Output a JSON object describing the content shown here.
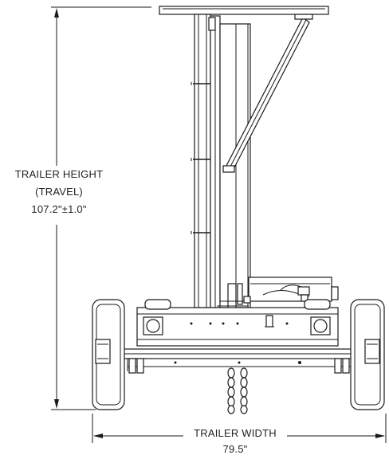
{
  "height_dimension": {
    "line1": "TRAILER HEIGHT",
    "line2": "(TRAVEL)",
    "value": "107.2\"±1.0\""
  },
  "width_dimension": {
    "line1": "TRAILER WIDTH",
    "value": "79.5\""
  }
}
